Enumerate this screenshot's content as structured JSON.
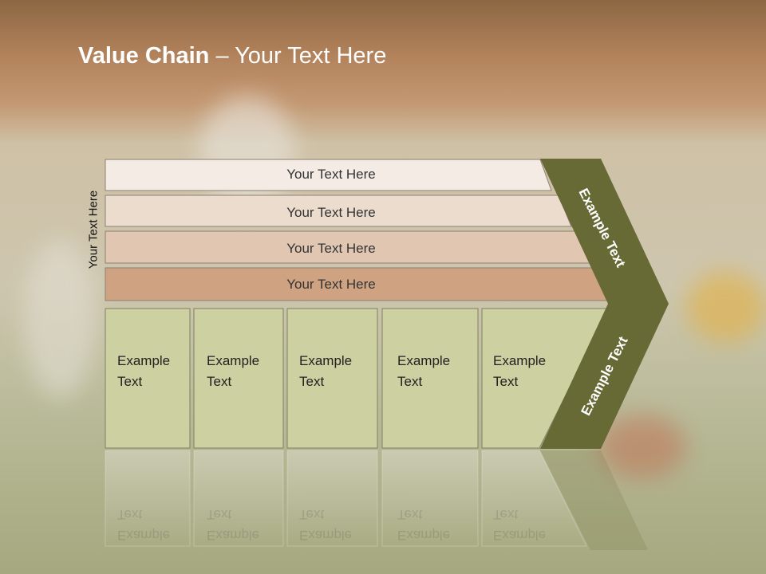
{
  "title": {
    "bold": "Value Chain",
    "rest": " – Your Text Here"
  },
  "side_label": "Your Text Here",
  "bands": [
    "Your Text Here",
    "Your Text Here",
    "Your Text Here",
    "Your Text Here"
  ],
  "boxes": [
    {
      "line1": "Example",
      "line2": "Text"
    },
    {
      "line1": "Example",
      "line2": "Text"
    },
    {
      "line1": "Example",
      "line2": "Text"
    },
    {
      "line1": "Example",
      "line2": "Text"
    },
    {
      "line1": "Example",
      "line2": "Text"
    }
  ],
  "arrow_upper": "Example Text",
  "arrow_lower": "Example Text",
  "colors": {
    "band1": "#f3ebe4",
    "band2": "#ecdcce",
    "band3": "#e1c7b2",
    "band4": "#cfa381",
    "boxes": "#cdd0a1",
    "arrow": "#676a34"
  }
}
